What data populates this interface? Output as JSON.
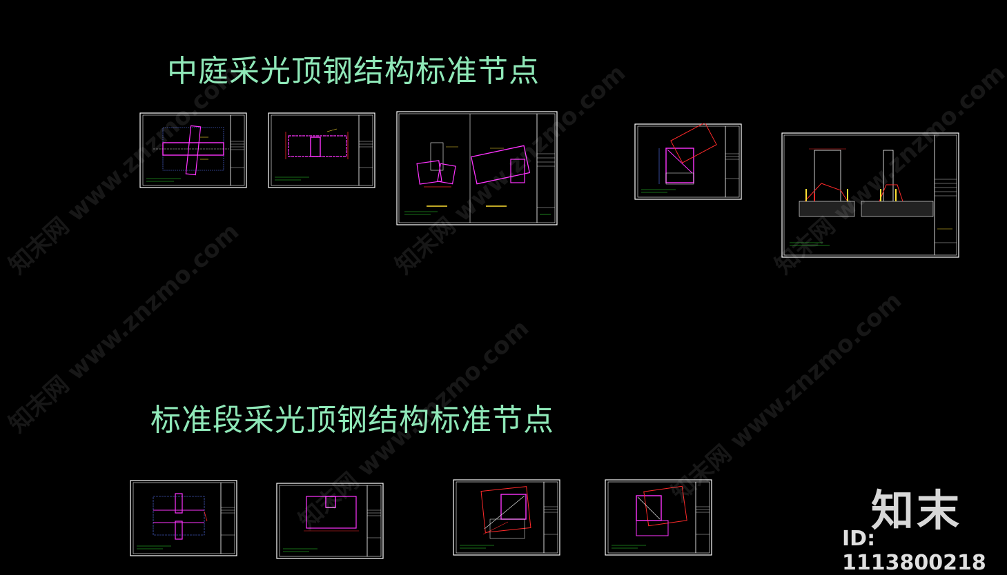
{
  "titles": {
    "atrium": "中庭采光顶钢结构标准节点",
    "standard": "标准段采光顶钢结构标准节点"
  },
  "colors": {
    "background": "#000000",
    "title": "#8fe8b8",
    "frame": "#ffffff",
    "magenta": "#ff33ff",
    "red": "#ff2a2a",
    "blue": "#5a78ff",
    "green": "#33dd33",
    "yellow": "#ffe033",
    "cyan": "#33dddd"
  },
  "watermark": {
    "text": "知末网 www.znzmo.com"
  },
  "brand": {
    "logo": "知末",
    "id_label": "ID: 1113800218"
  }
}
